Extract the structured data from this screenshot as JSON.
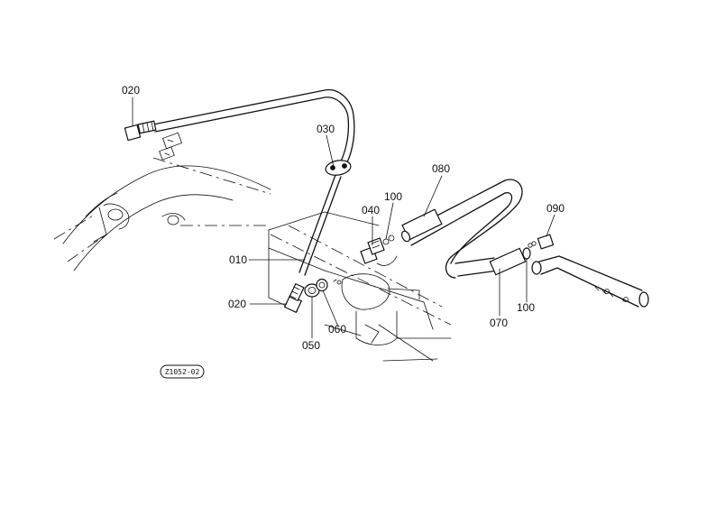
{
  "diagram": {
    "callouts": [
      {
        "id": "020-top",
        "label": "020"
      },
      {
        "id": "030",
        "label": "030"
      },
      {
        "id": "080",
        "label": "080"
      },
      {
        "id": "100-mid",
        "label": "100"
      },
      {
        "id": "040",
        "label": "040"
      },
      {
        "id": "090",
        "label": "090"
      },
      {
        "id": "010",
        "label": "010"
      },
      {
        "id": "020-bottom",
        "label": "020"
      },
      {
        "id": "050",
        "label": "050"
      },
      {
        "id": "060",
        "label": "060"
      },
      {
        "id": "070",
        "label": "070"
      },
      {
        "id": "100-right",
        "label": "100"
      }
    ],
    "drawing_number": "Z1052-02"
  }
}
